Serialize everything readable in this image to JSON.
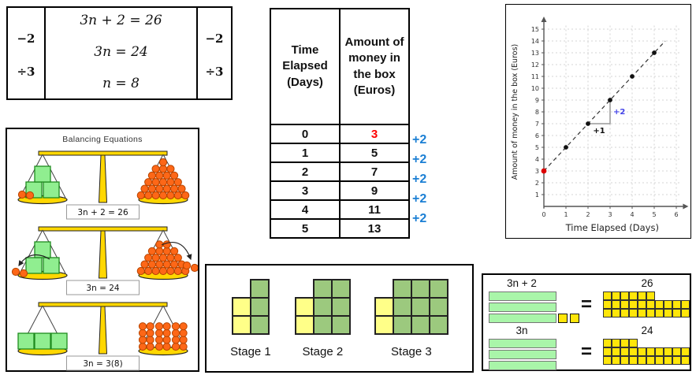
{
  "solution_steps": {
    "equations": [
      "3n + 2 = 26",
      "3n = 24",
      "n = 8"
    ],
    "left_ops": [
      "−2",
      "÷3"
    ],
    "right_ops": [
      "−2",
      "÷3"
    ]
  },
  "balance": {
    "title": "Balancing Equations",
    "scales": [
      {
        "label": "3n + 2 = 26",
        "left_cubes": "stack",
        "left_balls": 2,
        "right_pile": [
          7,
          6,
          5,
          4,
          3,
          1
        ]
      },
      {
        "label": "3n = 24",
        "left_cubes": "stack",
        "left_balls": 0,
        "right_pile": [
          7,
          6,
          5,
          4,
          2
        ],
        "removed_left": 2,
        "removed_right": 2
      },
      {
        "label": "3n = 3(8)",
        "left_cubes": "row",
        "left_balls": 0,
        "right_groups": {
          "groups": 3,
          "cols": 2,
          "rows": 4
        }
      }
    ]
  },
  "table": {
    "headers": [
      "Time Elapsed (Days)",
      "Amount of money in the box (Euros)"
    ],
    "rows": [
      [
        "0",
        "3"
      ],
      [
        "1",
        "5"
      ],
      [
        "2",
        "7"
      ],
      [
        "3",
        "9"
      ],
      [
        "4",
        "11"
      ],
      [
        "5",
        "13"
      ]
    ],
    "highlight_cell": {
      "row": 0,
      "col": 1,
      "color": "#ff0000"
    },
    "increments": [
      "+2",
      "+2",
      "+2",
      "+2",
      "+2"
    ],
    "increment_color": "#1b7fd4"
  },
  "chart_data": {
    "type": "scatter",
    "title": "",
    "xlabel": "Time Elapsed (Days)",
    "ylabel": "Amount of money in the box (Euros)",
    "xlim": [
      0,
      6.4
    ],
    "ylim": [
      0,
      16
    ],
    "x_ticks": [
      0,
      1,
      2,
      3,
      4,
      5,
      6
    ],
    "y_ticks": [
      0,
      1,
      2,
      3,
      4,
      5,
      6,
      7,
      8,
      9,
      10,
      11,
      12,
      13,
      14,
      15
    ],
    "grid": "dashed",
    "points": [
      {
        "x": 0,
        "y": 3,
        "color": "#dd0000"
      },
      {
        "x": 1,
        "y": 5,
        "color": "#111111"
      },
      {
        "x": 2,
        "y": 7,
        "color": "#111111"
      },
      {
        "x": 3,
        "y": 9,
        "color": "#111111"
      },
      {
        "x": 4,
        "y": 11,
        "color": "#111111"
      },
      {
        "x": 5,
        "y": 13,
        "color": "#111111"
      }
    ],
    "trend_line": {
      "x1": 0,
      "y1": 3,
      "x2": 5.5,
      "y2": 14,
      "dashed": true
    },
    "slope_annotation": {
      "run_label": "+1",
      "rise_label": "+2",
      "from": [
        2,
        7
      ],
      "corner": [
        3,
        7
      ],
      "to": [
        3,
        9
      ],
      "run_color": "#111111",
      "rise_color": "#4343e8"
    }
  },
  "stages": {
    "items": [
      {
        "label": "Stage 1",
        "n": 1
      },
      {
        "label": "Stage 2",
        "n": 2
      },
      {
        "label": "Stage 3",
        "n": 3
      }
    ]
  },
  "tiles": {
    "sections": [
      {
        "expr": "3n + 2",
        "bars": 3,
        "units": 2,
        "equals": "=",
        "total": "26",
        "rows": [
          6,
          10,
          10
        ]
      },
      {
        "expr": "3n",
        "bars": 3,
        "units": 0,
        "equals": "=",
        "total": "24",
        "rows": [
          4,
          10,
          10
        ]
      }
    ]
  },
  "palette": {
    "gold": "#ffd700",
    "cube_green": "#90ee90",
    "cube_border": "#1f8b1f",
    "ball_orange": "#fd6717",
    "ball_border": "#b64400",
    "stage_green": "#9cc97e",
    "stage_yellow": "#ffff88",
    "tile_green": "#a9f5a9",
    "tile_yellow": "#ffe60a"
  }
}
